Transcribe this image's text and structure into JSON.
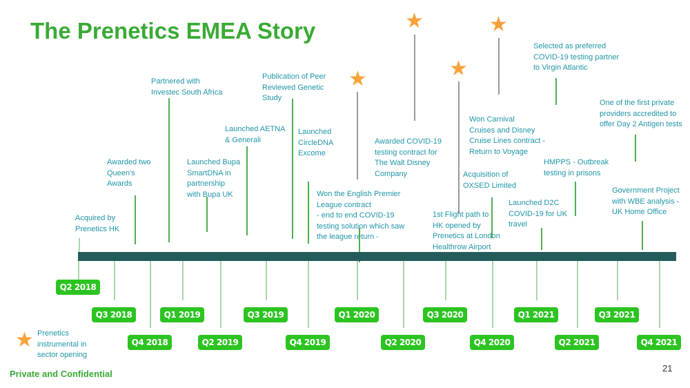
{
  "title": "The Prenetics EMEA Story",
  "events": [
    {
      "text": "Acquired by\nPrenetics HK",
      "starred": false
    },
    {
      "text": "Awarded two\nQueen's\nAwards",
      "starred": false
    },
    {
      "text": "Partnered with\nInvestec South Africa",
      "starred": false
    },
    {
      "text": "Launched Bupa\nSmartDNA in\npartnership\nwith Bupa UK",
      "starred": false
    },
    {
      "text": "Launched AETNA\n& Generali",
      "starred": false
    },
    {
      "text": "Publication of Peer\nReviewed Genetic\nStudy",
      "starred": false
    },
    {
      "text": "Launched\nCircleDNA\nExcome",
      "starred": false
    },
    {
      "text": "Won the English Premier\nLeague contract\n- end to end COVID-19\ntesting solution which saw\nthe league return -",
      "starred": true
    },
    {
      "text": "Awarded COVID-19\ntesting contract for\nThe Walt Disney\nCompany",
      "starred": true
    },
    {
      "text": "1st Flight path to\nHK opened by\nPrenetics at London\nHealthrow Airport",
      "starred": true
    },
    {
      "text": "Won Carnival\nCruises and Disney\nCruise Lines contract -\nReturn to Voyage",
      "starred": true
    },
    {
      "text": "Acquisition of\nOXSED Limited",
      "starred": false
    },
    {
      "text": "Selected as preferred\nCOVID-19 testing partner\nto Virgin Atlantic",
      "starred": false
    },
    {
      "text": "Launched D2C\nCOVID-19 for UK\ntravel",
      "starred": false
    },
    {
      "text": "HMPPS - Outbreak\ntesting in prisons",
      "starred": false
    },
    {
      "text": "One of the first private\nproviders accredited to\noffer Day 2 Antigen tests",
      "starred": false
    },
    {
      "text": "Government Project\nwith WBE analysis -\nUK Home Office",
      "starred": false
    }
  ],
  "quarters": [
    "Q2 2018",
    "Q3 2018",
    "Q4 2018",
    "Q1 2019",
    "Q2 2019",
    "Q3 2019",
    "Q4 2019",
    "Q1 2020",
    "Q2 2020",
    "Q3 2020",
    "Q4 2020",
    "Q1 2021",
    "Q2 2021",
    "Q3 2021",
    "Q4 2021"
  ],
  "legend": {
    "icon": "star-icon",
    "text": "Prenetics instrumental in sector opening"
  },
  "footer": "Private and Confidential",
  "page_number": "21",
  "colors": {
    "brand_green": "#3aaa35",
    "text_teal": "#1f95a8",
    "timeline": "#245c5c",
    "quarter_badge": "#2cc421",
    "star": "#f7a23b"
  }
}
